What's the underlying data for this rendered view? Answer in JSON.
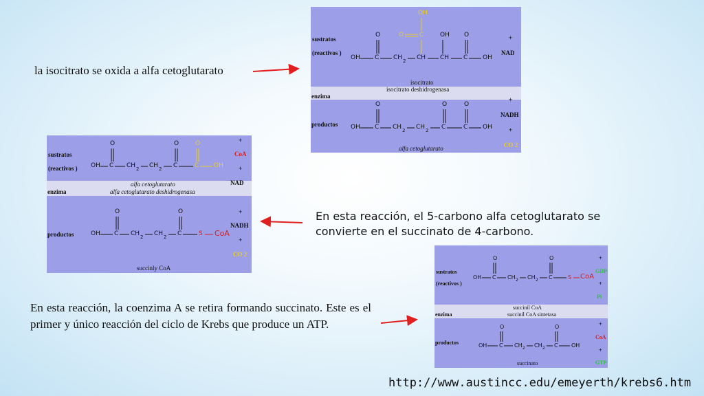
{
  "captions": {
    "c1": "la isocitrato se oxida a alfa cetoglutarato",
    "c2": "En esta reacción, el 5-carbono alfa cetoglutarato se convierte en el succinato de 4-carbono.",
    "c3": "En esta reacción, la coenzima A se retira formando succinato. Este es el primer y único reacción del ciclo de Krebs que produce un ATP."
  },
  "source_url": "http://www.austincc.edu/emeyerth/krebs6.htm",
  "labels": {
    "sustratos": "sustratos",
    "reactivos": "(reactivos )",
    "enzima": "enzima",
    "productos": "productos"
  },
  "panel1": {
    "substrate_name": "isocitrato",
    "enzyme_name": "isocitrato deshidrogenasa",
    "product_name": "alfa cetoglutarato",
    "cofactor_in": [
      "+",
      "NAD"
    ],
    "cofactor_out": [
      "+",
      "NADH",
      "+",
      "CO 2"
    ]
  },
  "panel2": {
    "substrate_name": "alfa cetoglutarato",
    "enzyme_name": "alfa cetoglutarato deshidrogenasa",
    "product_name": "succinly CoA",
    "cofactor_in": [
      "+",
      "CoA",
      "+",
      "NAD"
    ],
    "cofactor_out": [
      "+",
      "NADH",
      "+",
      "CO 2"
    ]
  },
  "panel3": {
    "substrate_name": "succinil CoA",
    "enzyme_name": "succinil CoA sintetasa",
    "product_name": "succinato",
    "cofactor_in": [
      "+",
      "GDP",
      "+",
      "Pi"
    ],
    "cofactor_out": [
      "+",
      "CoA",
      "+",
      "GTP"
    ]
  },
  "chem": {
    "oh": "OH",
    "o": "O",
    "c": "C",
    "ch": "CH",
    "ch2": "CH",
    "sub2": "2",
    "s": "S",
    "coa": "CoA",
    "dash": "—"
  },
  "colors": {
    "panel_fill": "#9c9ee8",
    "band_fill": "#dcdcf0",
    "arrow": "#e02020",
    "highlight_yellow": "#e8d020",
    "highlight_red": "#d42020",
    "highlight_green": "#20d020"
  }
}
